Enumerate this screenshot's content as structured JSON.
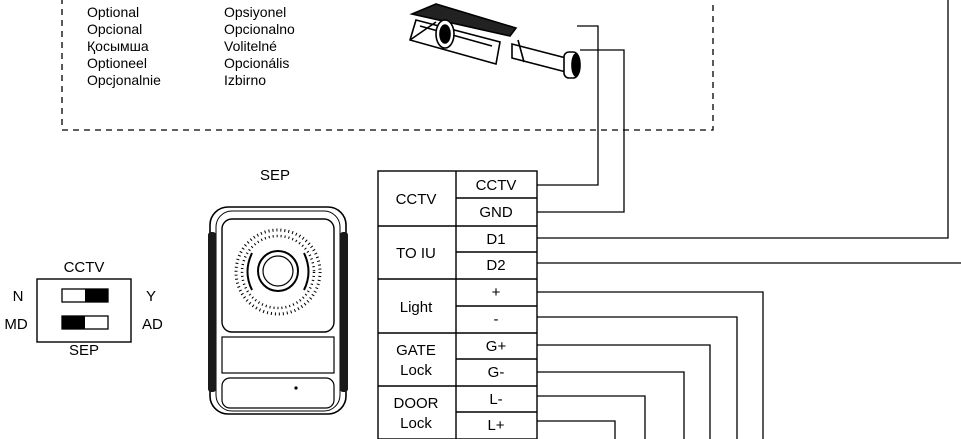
{
  "optional_words": {
    "col1": [
      "Optional",
      "Opcional",
      "Қосымша",
      "Optioneel",
      "Opcjonalnie"
    ],
    "col2": [
      "Opsiyonel",
      "Opcionalno",
      "Volitelné",
      "Opcionális",
      "Izbirno"
    ]
  },
  "sep_unit": {
    "title": "SEP"
  },
  "dip_switch": {
    "top_label": "CCTV",
    "bottom_label": "SEP",
    "left_labels": [
      "N",
      "MD"
    ],
    "right_labels": [
      "Y",
      "AD"
    ]
  },
  "terminal_block": {
    "groups": [
      {
        "name_lines": [
          "CCTV"
        ],
        "terminals": [
          "CCTV",
          "GND"
        ]
      },
      {
        "name_lines": [
          "TO IU"
        ],
        "terminals": [
          "D1",
          "D2"
        ]
      },
      {
        "name_lines": [
          "Light"
        ],
        "terminals": [
          "+",
          "-"
        ]
      },
      {
        "name_lines": [
          "GATE",
          "Lock"
        ],
        "terminals": [
          "G+",
          "G-"
        ]
      },
      {
        "name_lines": [
          "DOOR",
          "Lock"
        ],
        "terminals": [
          "L-",
          "L+"
        ]
      }
    ]
  },
  "icons": {
    "camera": "cctv-camera-icon",
    "panel": "door-panel-icon"
  }
}
